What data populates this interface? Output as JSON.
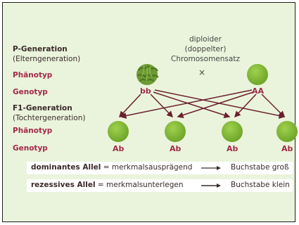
{
  "left_labels": {
    "p_generation": "P-Generation",
    "p_generation_sub": "(Elterngeneration)",
    "phenotype_1": "Phänotyp",
    "genotype_1": "Genotyp",
    "f1_generation": "F1-Generation",
    "f1_generation_sub": "(Tochtergeneration)",
    "phenotype_2": "Phänotyp",
    "genotype_2": "Genotyp"
  },
  "header_note": {
    "line1": "diploider",
    "line2": "(doppelter)",
    "line3": "Chromosomensatz"
  },
  "cross_symbol": "×",
  "parents": [
    {
      "genotype": "bb",
      "pea": "wrinkled"
    },
    {
      "genotype": "AA",
      "pea": "smooth"
    }
  ],
  "offspring": [
    {
      "genotype": "Ab"
    },
    {
      "genotype": "Ab"
    },
    {
      "genotype": "Ab"
    },
    {
      "genotype": "Ab"
    }
  ],
  "legend": [
    {
      "term": "dominantes Allel",
      "definition": "= merkmalsausprägend",
      "result": "Buchstabe groß"
    },
    {
      "term": "rezessives Allel",
      "definition": "= merkmalsunterlegen",
      "result": "Buchstabe klein"
    }
  ],
  "colors": {
    "background": "#eaf4dc",
    "pea_light": "#8bc53f",
    "pea_dark": "#5a8f22",
    "arrow": "#6b1f2e",
    "accent": "#a3294a"
  }
}
